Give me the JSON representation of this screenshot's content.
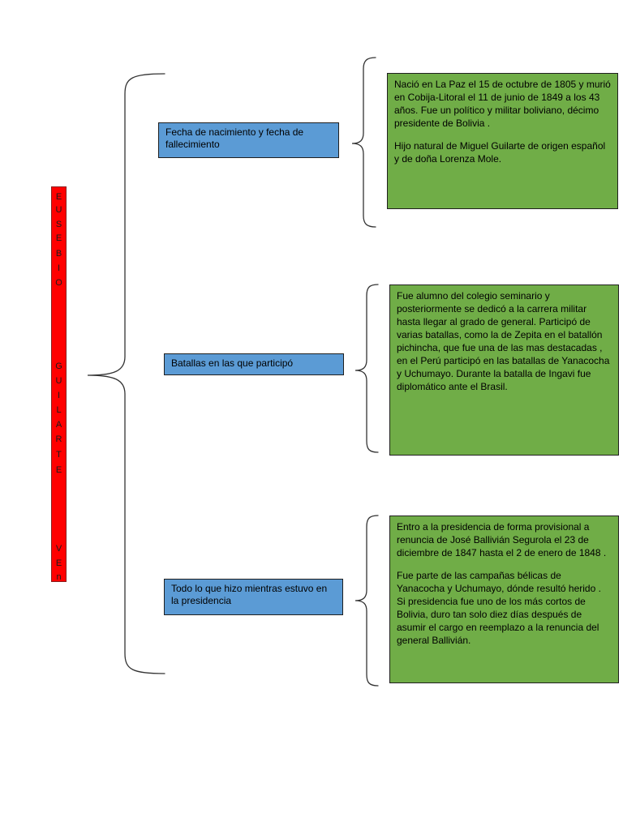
{
  "name_bar": {
    "color": "#ff0000",
    "letters": [
      "E",
      "U",
      "S",
      "E",
      "B",
      "I",
      "O",
      "G",
      "U",
      "I",
      "L",
      "A",
      "R",
      "T",
      "E",
      "V",
      "E",
      "n"
    ]
  },
  "topics": [
    {
      "label": "Fecha de nacimiento y fecha de fallecimiento",
      "color": "#5b9bd5"
    },
    {
      "label": "Batallas en las que participó",
      "color": "#5b9bd5"
    },
    {
      "label": "Todo lo que hizo mientras estuvo en la presidencia",
      "color": "#5b9bd5"
    }
  ],
  "details": [
    {
      "color": "#70ad47",
      "paragraphs": [
        "Nació en La Paz el 15 de octubre de 1805 y murió en Cobija-Litoral el 11 de junio de 1849 a los 43 años. Fue un político y militar boliviano, décimo presidente de Bolivia .",
        "Hijo natural de Miguel Guilarte de origen español y de doña Lorenza Mole."
      ]
    },
    {
      "color": "#70ad47",
      "paragraphs": [
        "Fue alumno del colegio seminario y posteriormente se dedicó a la carrera militar hasta llegar al grado de general. Participó de varias batallas, como la de Zepita en el batallón pichincha, que fue una de las mas destacadas , en el Perú participó en las batallas de Yanacocha y Uchumayo. Durante la batalla de Ingavi fue diplomático ante el Brasil."
      ]
    },
    {
      "color": "#70ad47",
      "paragraphs": [
        "Entro a la presidencia de forma provisional a renuncia de José Ballivián Segurola el 23 de diciembre de 1847 hasta el 2 de enero de 1848 .",
        "Fue parte de las campañas bélicas de Yanacocha y Uchumayo, dónde resultó herido . Si presidencia fue uno de los más cortos de Bolivia, duro tan solo diez días después de asumir el cargo en reemplazo a la renuncia del general Ballivián."
      ]
    }
  ]
}
